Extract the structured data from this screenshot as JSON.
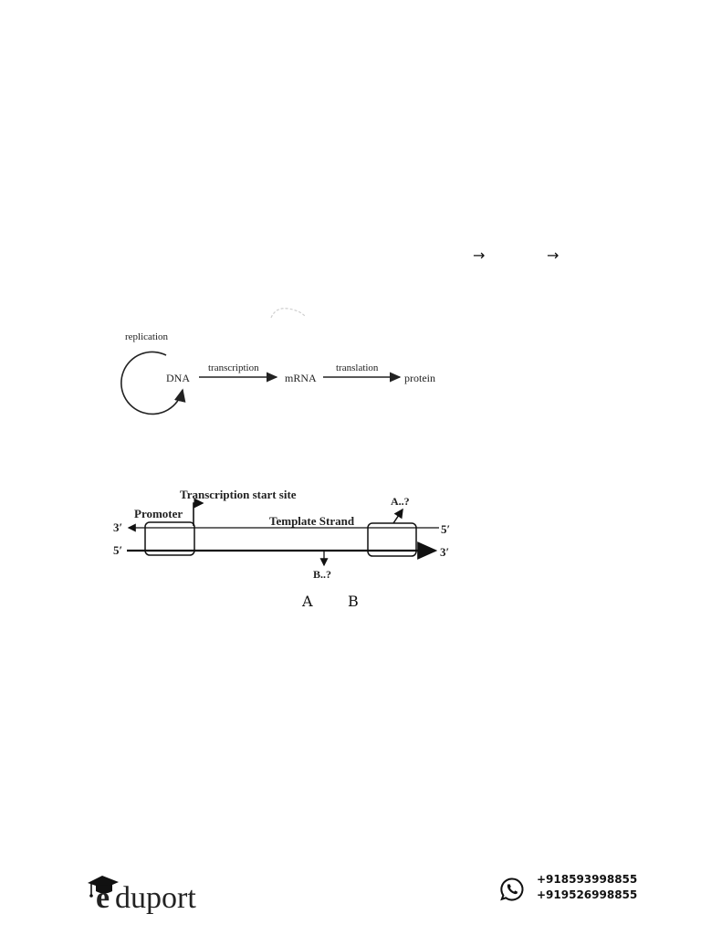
{
  "top_arrows": [
    "→",
    "→"
  ],
  "central_dogma": {
    "replication": "replication",
    "dna": "DNA",
    "transcription": "transcription",
    "mrna": "mRNA",
    "translation": "translation",
    "protein": "protein"
  },
  "template_diagram": {
    "tss": "Transcription start site",
    "promoter": "Promoter",
    "template_strand": "Template Strand",
    "a_label": "A..?",
    "b_label": "B..?",
    "top_left_end": "3′",
    "top_right_end": "5′",
    "bottom_left_end": "5′",
    "bottom_right_end": "3′"
  },
  "question_labels": {
    "a": "A",
    "b": "B"
  },
  "footer": {
    "brand": "eduport",
    "phones": [
      "+918593998855",
      "+919526998855"
    ],
    "icon": "whatsapp-icon"
  }
}
